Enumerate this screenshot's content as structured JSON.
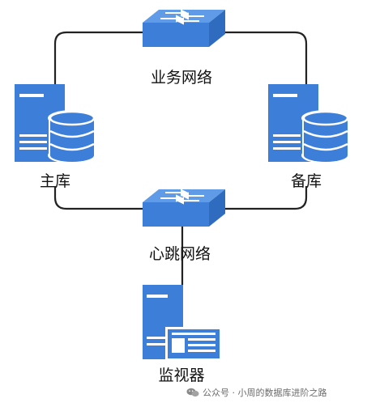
{
  "labels": {
    "business_network": "业务网络",
    "heartbeat_network": "心跳网络",
    "primary_db": "主库",
    "standby_db": "备库",
    "monitor": "监视器"
  },
  "watermark": {
    "text": "公众号 · 小周的数据库进阶之路",
    "icon": "wechat-icon"
  },
  "colors": {
    "device_blue": "#3d7fd8",
    "device_top": "#5f9be6",
    "device_side": "#2f6cc0",
    "detail_white": "#ffffff",
    "line": "#222222"
  }
}
